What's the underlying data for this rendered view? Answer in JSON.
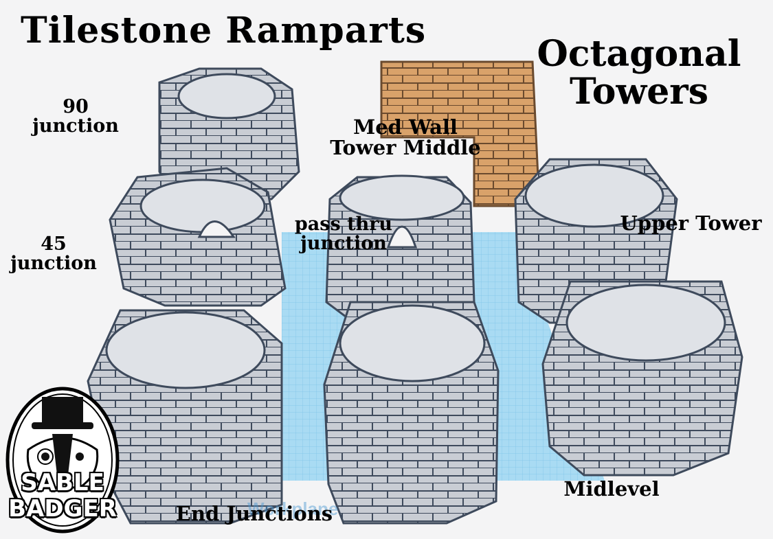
{
  "title": "Tilestone Ramparts",
  "subtitle_line1": "Octagonal",
  "subtitle_line2": "Towers",
  "labels": {
    "junction_90_line1": "90",
    "junction_90_line2": "junction",
    "junction_45_line1": "45",
    "junction_45_line2": "junction",
    "med_wall_line1": "Med Wall",
    "med_wall_line2": "Tower Middle",
    "pass_thru_line1": "pass thru",
    "pass_thru_line2": "junction",
    "upper_tower": "Upper Tower",
    "midlevel": "Midlevel",
    "end_junctions": "End Junctions"
  },
  "workplane_text": "Workplane",
  "logo": {
    "line1": "SABLE",
    "line2": "BADGER"
  },
  "colors": {
    "background": "#f4f4f5",
    "workplane": "#9fd6f2",
    "stone_gray": "#c9cdd4",
    "stone_orange": "#d9a26a",
    "outline": "#3e4a5c"
  }
}
